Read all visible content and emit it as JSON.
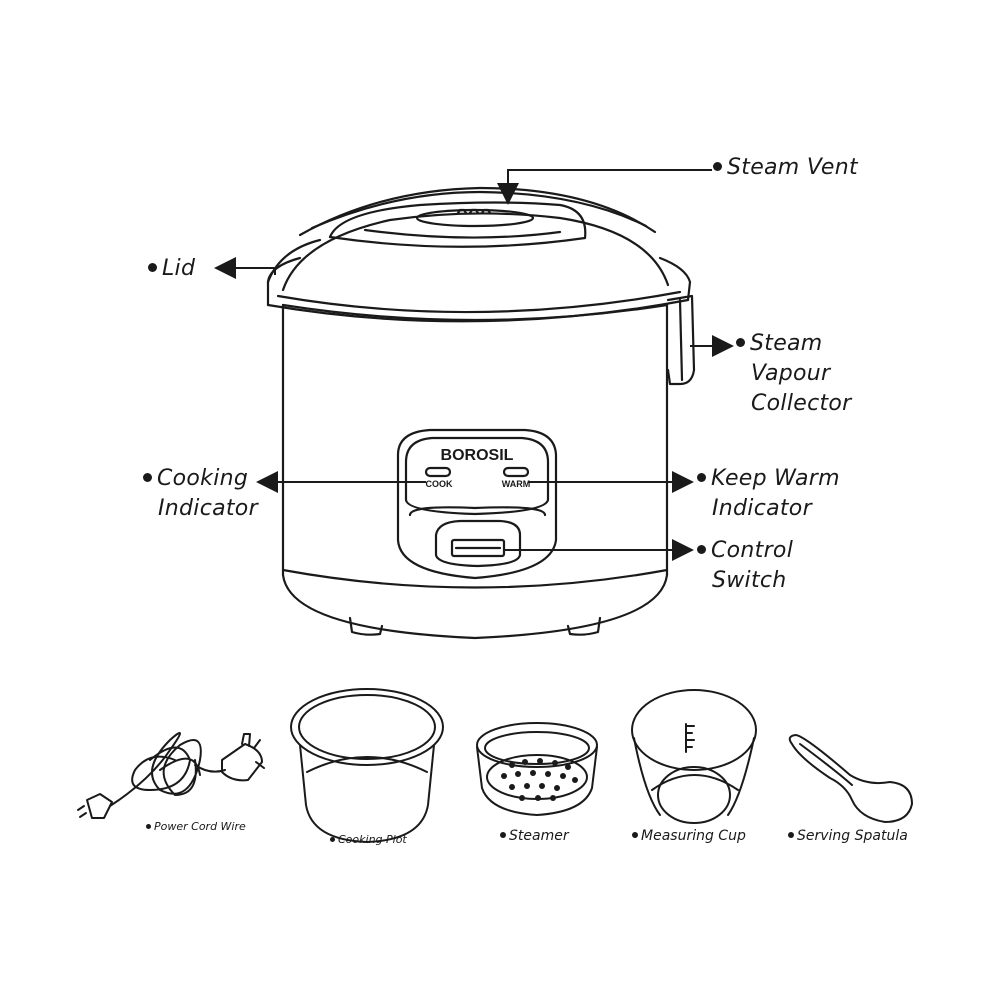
{
  "brand": "BOROSIL",
  "panel": {
    "cook_label": "COOK",
    "warm_label": "WARM"
  },
  "callouts": {
    "steam_vent": "Steam Vent",
    "lid": "Lid",
    "steam_vapour_collector": [
      "Steam",
      "Vapour",
      "Collector"
    ],
    "cooking_indicator": [
      "Cooking",
      "Indicator"
    ],
    "keep_warm_indicator": [
      "Keep Warm",
      "Indicator"
    ],
    "control_switch": [
      "Control",
      "Switch"
    ]
  },
  "accessories": {
    "power_cord": "Power Cord Wire",
    "cooking_pot": "Cooking Plot",
    "steamer": "Steamer",
    "measuring_cup": "Measuring Cup",
    "serving_spatula": "Serving Spatula"
  },
  "colors": {
    "stroke": "#1a1a1a",
    "background": "#ffffff"
  }
}
